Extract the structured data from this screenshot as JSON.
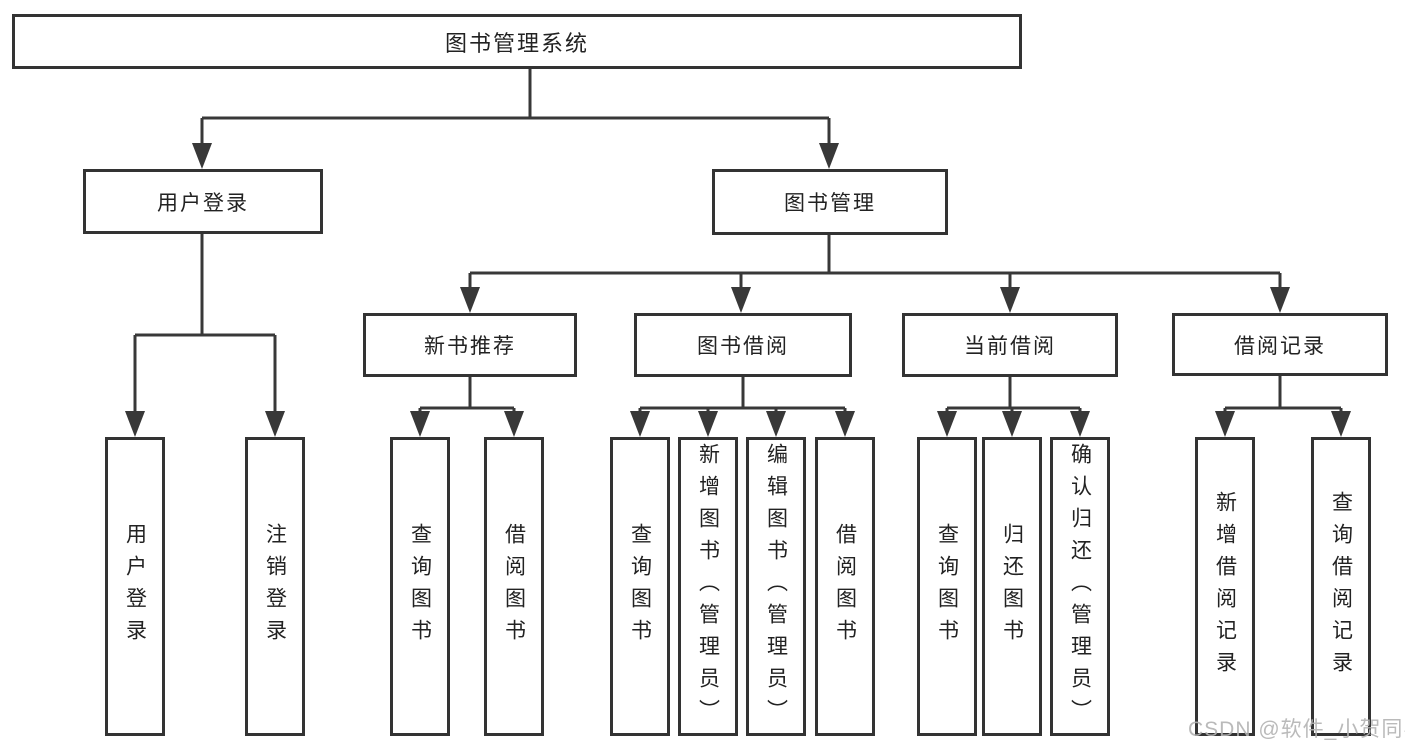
{
  "diagram": {
    "title": "图书管理系统",
    "level1": [
      {
        "label": "用户登录"
      },
      {
        "label": "图书管理"
      }
    ],
    "level2": [
      {
        "label": "新书推荐",
        "parent": "图书管理"
      },
      {
        "label": "图书借阅",
        "parent": "图书管理"
      },
      {
        "label": "当前借阅",
        "parent": "图书管理"
      },
      {
        "label": "借阅记录",
        "parent": "图书管理"
      }
    ],
    "leaves": [
      {
        "label": "用户登录",
        "parent": "用户登录"
      },
      {
        "label": "注销登录",
        "parent": "用户登录"
      },
      {
        "label": "查询图书",
        "parent": "新书推荐"
      },
      {
        "label": "借阅图书",
        "parent": "新书推荐"
      },
      {
        "label": "查询图书",
        "parent": "图书借阅"
      },
      {
        "label": "新增图书（管理员）",
        "parent": "图书借阅"
      },
      {
        "label": "编辑图书（管理员）",
        "parent": "图书借阅"
      },
      {
        "label": "借阅图书",
        "parent": "图书借阅"
      },
      {
        "label": "查询图书",
        "parent": "当前借阅"
      },
      {
        "label": "归还图书",
        "parent": "当前借阅"
      },
      {
        "label": "确认归还（管理员）",
        "parent": "当前借阅"
      },
      {
        "label": "新增借阅记录",
        "parent": "借阅记录"
      },
      {
        "label": "查询借阅记录",
        "parent": "借阅记录"
      }
    ],
    "watermark": "CSDN @软件_小贺同学",
    "colors": {
      "line": "#383838",
      "border": "#333333",
      "text": "#222222",
      "watermark": "#b3b3b3",
      "background": "#ffffff"
    }
  }
}
